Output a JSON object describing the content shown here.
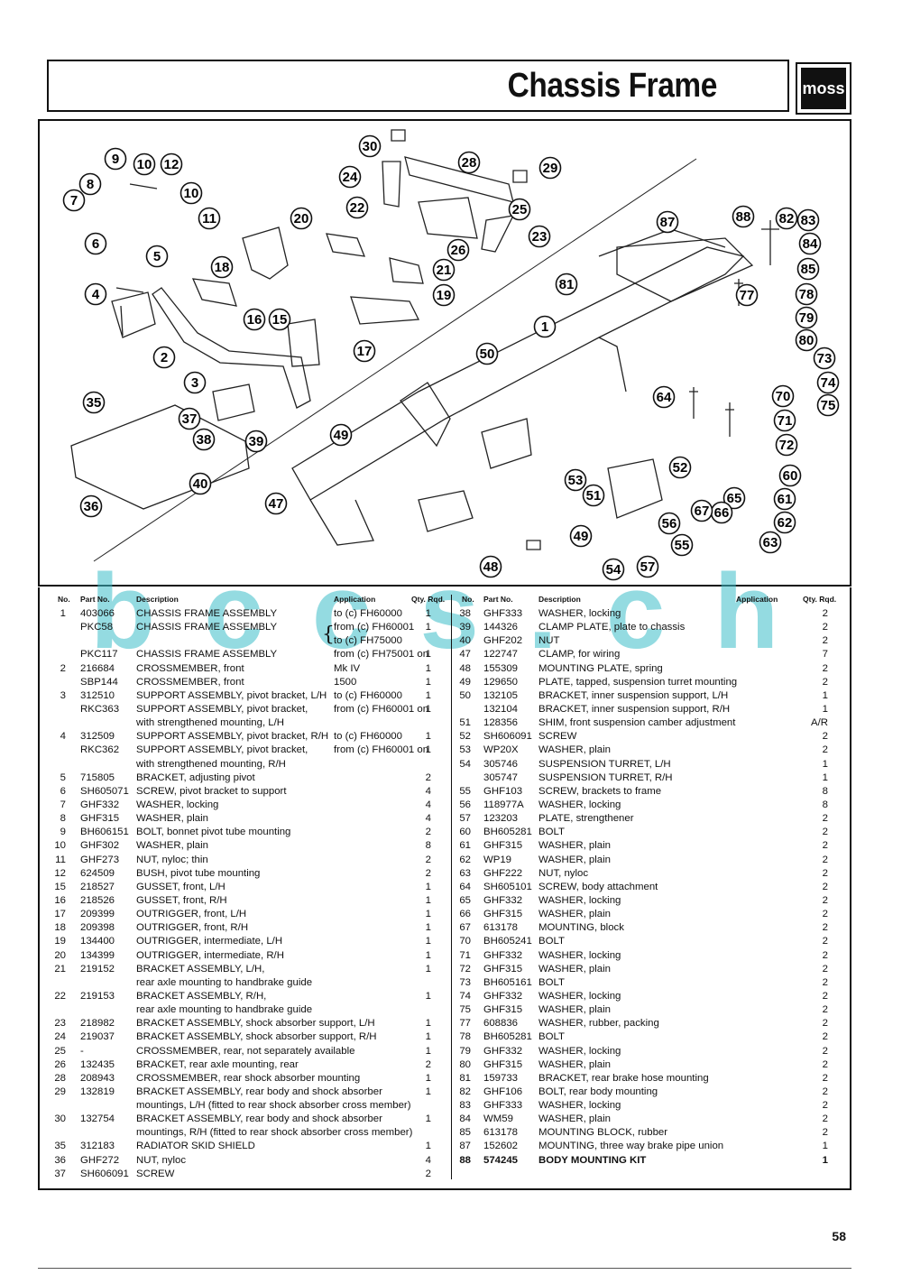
{
  "header": {
    "title": "Chassis Frame",
    "logo_text": "moss"
  },
  "watermark": "bccs.ch",
  "columns": {
    "no": "No.",
    "part_no": "Part No.",
    "description": "Description",
    "application": "Application",
    "qty": "Qty. Rqd."
  },
  "callouts": [
    "1",
    "2",
    "3",
    "4",
    "5",
    "6",
    "7",
    "8",
    "9",
    "10",
    "10",
    "11",
    "12",
    "15",
    "16",
    "17",
    "18",
    "19",
    "20",
    "21",
    "22",
    "23",
    "24",
    "25",
    "26",
    "28",
    "29",
    "30",
    "35",
    "36",
    "37",
    "38",
    "39",
    "40",
    "47",
    "48",
    "49",
    "49",
    "50",
    "51",
    "52",
    "53",
    "54",
    "55",
    "56",
    "57",
    "60",
    "61",
    "62",
    "63",
    "64",
    "65",
    "66",
    "67",
    "70",
    "71",
    "72",
    "73",
    "74",
    "75",
    "77",
    "78",
    "79",
    "80",
    "81",
    "82",
    "83",
    "84",
    "85",
    "87",
    "88"
  ],
  "left_rows": [
    {
      "no": "1",
      "part": "403066",
      "desc": "CHASSIS FRAME ASSEMBLY",
      "app": "to (c) FH60000",
      "qty": "1"
    },
    {
      "no": "",
      "part": "PKC58",
      "desc": "CHASSIS FRAME ASSEMBLY",
      "app": "from (c) FH60001",
      "qty": "1"
    },
    {
      "no": "",
      "part": "",
      "desc": "",
      "app": "to (c) FH75000",
      "qty": ""
    },
    {
      "no": "",
      "part": "PKC117",
      "desc": "CHASSIS FRAME ASSEMBLY",
      "app": "from (c) FH75001 on",
      "qty": "1"
    },
    {
      "no": "2",
      "part": "216684",
      "desc": "CROSSMEMBER, front",
      "app": "Mk IV",
      "qty": "1"
    },
    {
      "no": "",
      "part": "SBP144",
      "desc": "CROSSMEMBER, front",
      "app": "1500",
      "qty": "1"
    },
    {
      "no": "3",
      "part": "312510",
      "desc": "SUPPORT ASSEMBLY, pivot bracket, L/H",
      "app": "to (c) FH60000",
      "qty": "1"
    },
    {
      "no": "",
      "part": "RKC363",
      "desc": "SUPPORT ASSEMBLY, pivot bracket,",
      "app": "from (c) FH60001 on",
      "qty": "1"
    },
    {
      "no": "",
      "part": "",
      "desc": "with strengthened mounting, L/H",
      "app": "",
      "qty": ""
    },
    {
      "no": "4",
      "part": "312509",
      "desc": "SUPPORT ASSEMBLY, pivot bracket, R/H",
      "app": "to (c) FH60000",
      "qty": "1"
    },
    {
      "no": "",
      "part": "RKC362",
      "desc": "SUPPORT ASSEMBLY, pivot bracket,",
      "app": "from (c) FH60001 on",
      "qty": "1"
    },
    {
      "no": "",
      "part": "",
      "desc": "with strengthened mounting, R/H",
      "app": "",
      "qty": ""
    },
    {
      "no": "5",
      "part": "715805",
      "desc": "BRACKET, adjusting pivot",
      "app": "",
      "qty": "2"
    },
    {
      "no": "6",
      "part": "SH605071",
      "desc": "SCREW, pivot bracket to support",
      "app": "",
      "qty": "4"
    },
    {
      "no": "7",
      "part": "GHF332",
      "desc": "WASHER, locking",
      "app": "",
      "qty": "4"
    },
    {
      "no": "8",
      "part": "GHF315",
      "desc": "WASHER, plain",
      "app": "",
      "qty": "4"
    },
    {
      "no": "9",
      "part": "BH606151",
      "desc": "BOLT, bonnet pivot tube mounting",
      "app": "",
      "qty": "2"
    },
    {
      "no": "10",
      "part": "GHF302",
      "desc": "WASHER, plain",
      "app": "",
      "qty": "8"
    },
    {
      "no": "11",
      "part": "GHF273",
      "desc": "NUT, nyloc; thin",
      "app": "",
      "qty": "2"
    },
    {
      "no": "12",
      "part": "624509",
      "desc": "BUSH, pivot tube mounting",
      "app": "",
      "qty": "2"
    },
    {
      "no": "15",
      "part": "218527",
      "desc": "GUSSET, front, L/H",
      "app": "",
      "qty": "1"
    },
    {
      "no": "16",
      "part": "218526",
      "desc": "GUSSET, front, R/H",
      "app": "",
      "qty": "1"
    },
    {
      "no": "17",
      "part": "209399",
      "desc": "OUTRIGGER, front, L/H",
      "app": "",
      "qty": "1"
    },
    {
      "no": "18",
      "part": "209398",
      "desc": "OUTRIGGER, front, R/H",
      "app": "",
      "qty": "1"
    },
    {
      "no": "19",
      "part": "134400",
      "desc": "OUTRIGGER, intermediate, L/H",
      "app": "",
      "qty": "1"
    },
    {
      "no": "20",
      "part": "134399",
      "desc": "OUTRIGGER, intermediate, R/H",
      "app": "",
      "qty": "1"
    },
    {
      "no": "21",
      "part": "219152",
      "desc": "BRACKET ASSEMBLY, L/H,",
      "app": "",
      "qty": "1"
    },
    {
      "no": "",
      "part": "",
      "desc": "rear axle mounting to handbrake guide",
      "app": "",
      "qty": ""
    },
    {
      "no": "22",
      "part": "219153",
      "desc": "BRACKET ASSEMBLY, R/H,",
      "app": "",
      "qty": "1"
    },
    {
      "no": "",
      "part": "",
      "desc": "rear axle mounting to handbrake guide",
      "app": "",
      "qty": ""
    },
    {
      "no": "23",
      "part": "218982",
      "desc": "BRACKET ASSEMBLY, shock absorber support, L/H",
      "app": "",
      "qty": "1"
    },
    {
      "no": "24",
      "part": "219037",
      "desc": "BRACKET ASSEMBLY, shock absorber support, R/H",
      "app": "",
      "qty": "1"
    },
    {
      "no": "25",
      "part": "-",
      "desc": "CROSSMEMBER, rear, not separately available",
      "app": "",
      "qty": "1"
    },
    {
      "no": "26",
      "part": "132435",
      "desc": "BRACKET, rear axle mounting, rear",
      "app": "",
      "qty": "2"
    },
    {
      "no": "28",
      "part": "208943",
      "desc": "CROSSMEMBER, rear shock absorber mounting",
      "app": "",
      "qty": "1"
    },
    {
      "no": "29",
      "part": "132819",
      "desc": "BRACKET ASSEMBLY, rear body and shock absorber",
      "app": "",
      "qty": "1"
    },
    {
      "no": "",
      "part": "",
      "desc": "mountings, L/H (fitted to rear shock absorber cross member)",
      "app": "",
      "qty": ""
    },
    {
      "no": "30",
      "part": "132754",
      "desc": "BRACKET ASSEMBLY, rear body and shock absorber",
      "app": "",
      "qty": "1"
    },
    {
      "no": "",
      "part": "",
      "desc": "mountings, R/H (fitted to rear shock absorber cross member)",
      "app": "",
      "qty": ""
    },
    {
      "no": "35",
      "part": "312183",
      "desc": "RADIATOR SKID SHIELD",
      "app": "",
      "qty": "1"
    },
    {
      "no": "36",
      "part": "GHF272",
      "desc": "NUT, nyloc",
      "app": "",
      "qty": "4"
    },
    {
      "no": "37",
      "part": "SH606091",
      "desc": "SCREW",
      "app": "",
      "qty": "2"
    }
  ],
  "right_rows": [
    {
      "no": "38",
      "part": "GHF333",
      "desc": "WASHER, locking",
      "app": "",
      "qty": "2"
    },
    {
      "no": "39",
      "part": "144326",
      "desc": "CLAMP PLATE, plate to chassis",
      "app": "",
      "qty": "2"
    },
    {
      "no": "40",
      "part": "GHF202",
      "desc": "NUT",
      "app": "",
      "qty": "2"
    },
    {
      "no": "47",
      "part": "122747",
      "desc": "CLAMP, for wiring",
      "app": "",
      "qty": "7"
    },
    {
      "no": "48",
      "part": "155309",
      "desc": "MOUNTING PLATE, spring",
      "app": "",
      "qty": "2"
    },
    {
      "no": "49",
      "part": "129650",
      "desc": "PLATE, tapped, suspension turret mounting",
      "app": "",
      "qty": "2"
    },
    {
      "no": "50",
      "part": "132105",
      "desc": "BRACKET, inner suspension support, L/H",
      "app": "",
      "qty": "1"
    },
    {
      "no": "",
      "part": "132104",
      "desc": "BRACKET, inner suspension support, R/H",
      "app": "",
      "qty": "1"
    },
    {
      "no": "51",
      "part": "128356",
      "desc": "SHIM, front suspension camber adjustment",
      "app": "",
      "qty": "A/R"
    },
    {
      "no": "52",
      "part": "SH606091",
      "desc": "SCREW",
      "app": "",
      "qty": "2"
    },
    {
      "no": "53",
      "part": "WP20X",
      "desc": "WASHER, plain",
      "app": "",
      "qty": "2"
    },
    {
      "no": "54",
      "part": "305746",
      "desc": "SUSPENSION TURRET, L/H",
      "app": "",
      "qty": "1"
    },
    {
      "no": "",
      "part": "305747",
      "desc": "SUSPENSION TURRET, R/H",
      "app": "",
      "qty": "1"
    },
    {
      "no": "55",
      "part": "GHF103",
      "desc": "SCREW, brackets to frame",
      "app": "",
      "qty": "8"
    },
    {
      "no": "56",
      "part": "118977A",
      "desc": "WASHER, locking",
      "app": "",
      "qty": "8"
    },
    {
      "no": "57",
      "part": "123203",
      "desc": "PLATE, strengthener",
      "app": "",
      "qty": "2"
    },
    {
      "no": "60",
      "part": "BH605281",
      "desc": "BOLT",
      "app": "",
      "qty": "2"
    },
    {
      "no": "61",
      "part": "GHF315",
      "desc": "WASHER, plain",
      "app": "",
      "qty": "2"
    },
    {
      "no": "62",
      "part": "WP19",
      "desc": "WASHER, plain",
      "app": "",
      "qty": "2"
    },
    {
      "no": "63",
      "part": "GHF222",
      "desc": "NUT, nyloc",
      "app": "",
      "qty": "2"
    },
    {
      "no": "64",
      "part": "SH605101",
      "desc": "SCREW, body attachment",
      "app": "",
      "qty": "2"
    },
    {
      "no": "65",
      "part": "GHF332",
      "desc": "WASHER, locking",
      "app": "",
      "qty": "2"
    },
    {
      "no": "66",
      "part": "GHF315",
      "desc": "WASHER, plain",
      "app": "",
      "qty": "2"
    },
    {
      "no": "67",
      "part": "613178",
      "desc": "MOUNTING, block",
      "app": "",
      "qty": "2"
    },
    {
      "no": "70",
      "part": "BH605241",
      "desc": "BOLT",
      "app": "",
      "qty": "2"
    },
    {
      "no": "71",
      "part": "GHF332",
      "desc": "WASHER, locking",
      "app": "",
      "qty": "2"
    },
    {
      "no": "72",
      "part": "GHF315",
      "desc": "WASHER, plain",
      "app": "",
      "qty": "2"
    },
    {
      "no": "73",
      "part": "BH605161",
      "desc": "BOLT",
      "app": "",
      "qty": "2"
    },
    {
      "no": "74",
      "part": "GHF332",
      "desc": "WASHER, locking",
      "app": "",
      "qty": "2"
    },
    {
      "no": "75",
      "part": "GHF315",
      "desc": "WASHER, plain",
      "app": "",
      "qty": "2"
    },
    {
      "no": "77",
      "part": "608836",
      "desc": "WASHER, rubber, packing",
      "app": "",
      "qty": "2"
    },
    {
      "no": "78",
      "part": "BH605281",
      "desc": "BOLT",
      "app": "",
      "qty": "2"
    },
    {
      "no": "79",
      "part": "GHF332",
      "desc": "WASHER, locking",
      "app": "",
      "qty": "2"
    },
    {
      "no": "80",
      "part": "GHF315",
      "desc": "WASHER, plain",
      "app": "",
      "qty": "2"
    },
    {
      "no": "81",
      "part": "159733",
      "desc": "BRACKET, rear brake hose mounting",
      "app": "",
      "qty": "2"
    },
    {
      "no": "82",
      "part": "GHF106",
      "desc": "BOLT, rear body mounting",
      "app": "",
      "qty": "2"
    },
    {
      "no": "83",
      "part": "GHF333",
      "desc": "WASHER, locking",
      "app": "",
      "qty": "2"
    },
    {
      "no": "84",
      "part": "WM59",
      "desc": "WASHER, plain",
      "app": "",
      "qty": "2"
    },
    {
      "no": "85",
      "part": "613178",
      "desc": "MOUNTING BLOCK, rubber",
      "app": "",
      "qty": "2"
    },
    {
      "no": "87",
      "part": "152602",
      "desc": "MOUNTING, three way brake pipe union",
      "app": "",
      "qty": "1"
    },
    {
      "no": "88",
      "part": "574245",
      "desc": "BODY MOUNTING KIT",
      "app": "",
      "qty": "1",
      "bold": true
    }
  ],
  "page_number": "58"
}
